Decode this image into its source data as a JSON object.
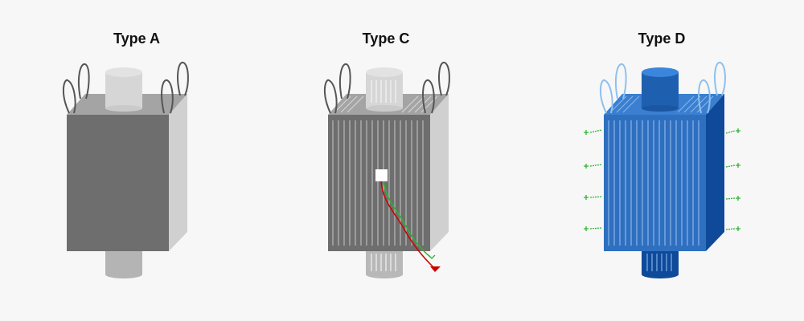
{
  "types": {
    "a": {
      "label": "Type A"
    },
    "c": {
      "label": "Type C"
    },
    "d": {
      "label": "Type D"
    }
  },
  "colors": {
    "background": "#f7f7f7",
    "gray_front": "#6e6e6e",
    "gray_top": "#a4a4a4",
    "gray_side": "#cfcfcf",
    "spout_gray": "#d4d4d4",
    "blue_front": "#2f6fc0",
    "blue_top": "#3a7fd0",
    "blue_side": "#0f4a9a",
    "ground_wire": "#2db52d",
    "earth_wire": "#cc0000"
  }
}
